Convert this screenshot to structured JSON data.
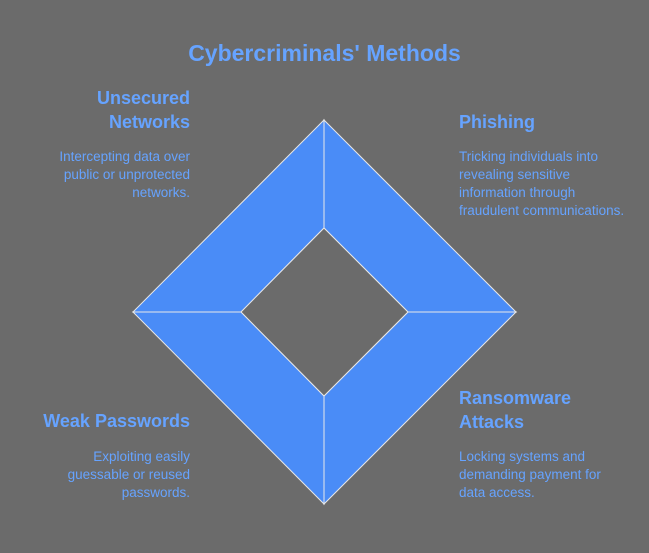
{
  "title": "Cybercriminals' Methods",
  "colors": {
    "background": "#6b6b6b",
    "accent": "#4a8cf7",
    "text": "#66a3ff",
    "divider": "#e8e8e8"
  },
  "quadrants": {
    "top_left": {
      "heading": "Unsecured Networks",
      "description": "Intercepting data over public or unprotected networks."
    },
    "top_right": {
      "heading": "Phishing",
      "description": "Tricking individuals into revealing sensitive information through fraudulent communications."
    },
    "bottom_left": {
      "heading": "Weak Passwords",
      "description": "Exploiting easily guessable or reused passwords."
    },
    "bottom_right": {
      "heading": "Ransomware Attacks",
      "description": "Locking systems and demanding payment for data access."
    }
  }
}
